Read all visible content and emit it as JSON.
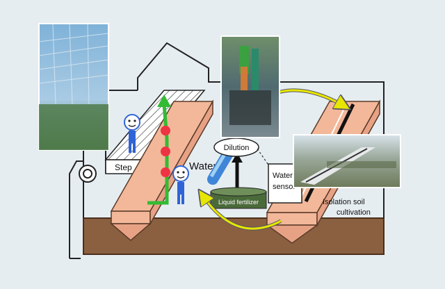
{
  "labels": {
    "step": "Step",
    "water": "Water",
    "dilution": "Dilution",
    "liquid_fertilizer": "Liquid fertilizer",
    "water_sensor_line1": "Water",
    "water_sensor_line2": "sensor",
    "isolation_line1": "Isolation soil",
    "isolation_line2": "cultivation"
  },
  "colors": {
    "background": "#e6edf1",
    "soil": "#8a6040",
    "soil_edge": "#4a2e1a",
    "bed": "#f2b899",
    "bed_edge": "#5a3a28",
    "tube": "#3f86d8",
    "tube_light": "#9fd0f5",
    "step_arrow": "#33bb33",
    "drip": "#ee3344",
    "flow_arrow": "#e6e600",
    "fertilizer_tank": "#4a6a3a",
    "person": "#2f64d6"
  },
  "icons": {
    "greenhouse_photo": "greenhouse-photo",
    "irrigation_photo": "irrigation-equipment-photo",
    "field_photo": "isolation-bed-field-photo",
    "person": "person-icon",
    "valve": "valve-icon"
  }
}
